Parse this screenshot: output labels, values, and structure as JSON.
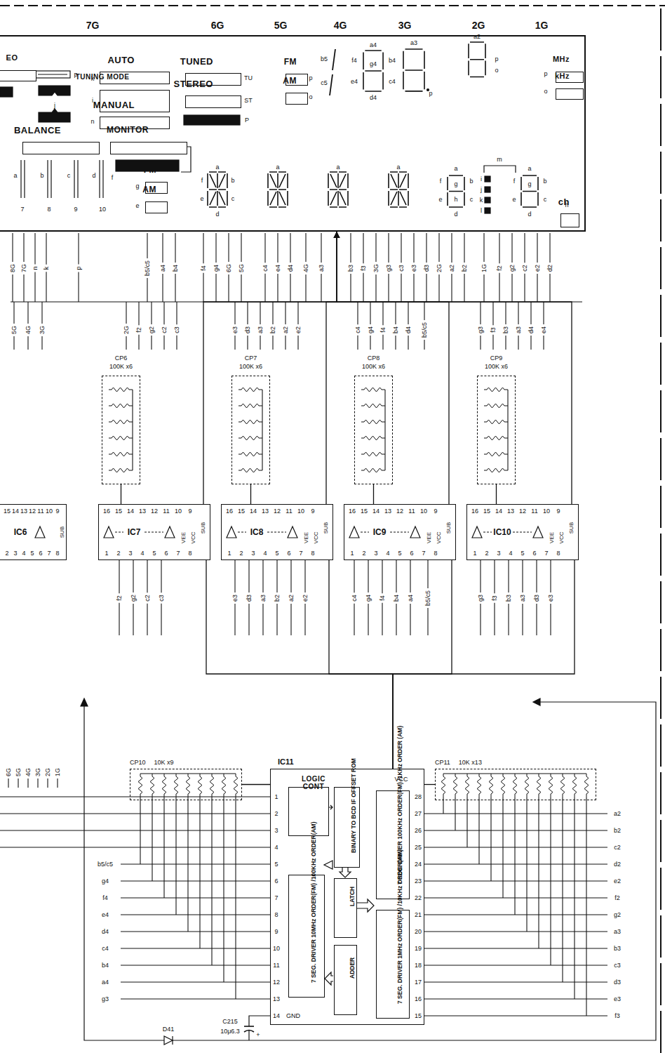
{
  "diagram": {
    "nodes": [
      {
        "text": [
          "7G",
          "6G",
          "5G",
          "4G",
          "3G",
          "2G",
          "1G"
        ]
      },
      {
        "text": [
          "EO"
        ],
        "in": 0
      },
      {
        "text": [
          "AUTO"
        ],
        "in": 0
      },
      {
        "text": [
          "TUNING MODE"
        ],
        "in": 0
      },
      {
        "text": [
          "MANUAL"
        ],
        "in": 0
      },
      {
        "text": [
          "BALANCE"
        ],
        "in": 0
      },
      {
        "text": [
          "MONITOR"
        ],
        "in": 0
      },
      {
        "text": [
          "FM"
        ],
        "in": 0
      },
      {
        "text": [
          "AM"
        ],
        "in": 0
      },
      {
        "text": [
          "TUNED"
        ],
        "in": 0
      },
      {
        "text": [
          "STEREO"
        ],
        "in": 0
      },
      {
        "text": [
          "FM"
        ],
        "in": 0
      },
      {
        "text": [
          "AM"
        ],
        "in": 0
      },
      {
        "text": [
          "MHz"
        ],
        "in": 0
      },
      {
        "text": [
          "kHz"
        ],
        "in": 0
      },
      {
        "text": [
          "ch"
        ],
        "in": 0
      },
      {
        "text": [
          "CP6",
          "100K x6"
        ]
      },
      {
        "text": [
          "CP7",
          "100K x6"
        ]
      },
      {
        "text": [
          "CP8",
          "100K x6"
        ]
      },
      {
        "text": [
          "CP9",
          "100K x6"
        ]
      },
      {
        "text": [
          "IC6"
        ]
      },
      {
        "text": [
          "IC7"
        ]
      },
      {
        "text": [
          "IC8"
        ]
      },
      {
        "text": [
          "IC9"
        ]
      },
      {
        "text": [
          "IC10"
        ]
      },
      {
        "text": [
          "CP10",
          "10K x9"
        ]
      },
      {
        "text": [
          "CP11",
          "10K x13"
        ]
      },
      {
        "text": [
          "IC11"
        ]
      },
      {
        "text": [
          "LOGIC CONT"
        ],
        "in": 27
      },
      {
        "text": [
          "BINARY TO BCD IF OFFSET ROM"
        ],
        "in": 27
      },
      {
        "text": [
          "7 SEG. DRIVER 100KHz ORDER(FM) /1KHz ORDER (AM)"
        ],
        "in": 27
      },
      {
        "text": [
          "LATCH"
        ],
        "in": 27
      },
      {
        "text": [
          "ADDER"
        ],
        "in": 27
      },
      {
        "text": [
          "7 SEG. DRIVER 10MHz ORDER(FM) /100KHz ORDER(AM)"
        ],
        "in": 27
      },
      {
        "text": [
          "7 SEG. DRIVER 1MHz ORDER(FM) /10KHz ORDER(AM)"
        ],
        "in": 27
      }
    ],
    "edges": [
      {
        "from": 16,
        "to": 21,
        "arrow": "none"
      },
      {
        "from": 17,
        "to": 22,
        "arrow": "none"
      },
      {
        "from": 18,
        "to": 23,
        "arrow": "none"
      },
      {
        "from": 19,
        "to": 24,
        "arrow": "none"
      },
      {
        "from": 21,
        "to": 0,
        "arrow": "to"
      },
      {
        "from": 22,
        "to": 0,
        "arrow": "to"
      },
      {
        "from": 23,
        "to": 0,
        "arrow": "to"
      },
      {
        "from": 24,
        "to": 0,
        "arrow": "to"
      },
      {
        "from": 27,
        "to": 21,
        "arrow": "none"
      },
      {
        "from": 27,
        "to": 22,
        "arrow": "none"
      },
      {
        "from": 27,
        "to": 23,
        "arrow": "none"
      },
      {
        "from": 27,
        "to": 24,
        "arrow": "none"
      },
      {
        "from": 25,
        "to": 27,
        "arrow": "none"
      },
      {
        "from": 26,
        "to": 27,
        "arrow": "none"
      }
    ],
    "labels": [
      "k",
      "i",
      "n",
      "j",
      "p",
      "TU",
      "ST",
      "P",
      "p",
      "o",
      "b5",
      "c5",
      "a4",
      "f4",
      "b4",
      "g4",
      "e4",
      "c4",
      "d4",
      "a3",
      "p",
      "a2",
      "p",
      "o",
      "p",
      "o",
      "a",
      "b",
      "c",
      "d",
      "7",
      "8",
      "9",
      "10",
      "f",
      "g",
      "e",
      "a",
      "f",
      "b",
      "e",
      "c",
      "d",
      "a",
      "a",
      "a",
      "a",
      "f",
      "g",
      "b",
      "e",
      "h",
      "c",
      "d",
      "i",
      "j",
      "k",
      "l",
      "m",
      "a",
      "f",
      "g",
      "b",
      "e",
      "c",
      "d",
      "h",
      "8G",
      "7G",
      "n",
      "k",
      "p",
      "b5/c5",
      "a4",
      "b4",
      "f4",
      "g4",
      "6G",
      "5G",
      "c4",
      "e4",
      "d4",
      "4G",
      "a3",
      "b3",
      "f3",
      "3G",
      "g3",
      "c3",
      "e3",
      "d3",
      "2G",
      "a2",
      "b2",
      "1G",
      "f2",
      "g2",
      "c2",
      "e2",
      "d2",
      "5G",
      "4G",
      "3G",
      "2G",
      "f2",
      "g2",
      "c2",
      "c3",
      "e3",
      "d3",
      "a3",
      "b2",
      "a2",
      "e2",
      "c4",
      "g4",
      "f4",
      "b4",
      "d4",
      "b5/c5",
      "g3",
      "f3",
      "b3",
      "a3",
      "d4",
      "e4",
      "15",
      "14",
      "13",
      "12",
      "11",
      "10",
      "9",
      "2",
      "3",
      "4",
      "5",
      "6",
      "7",
      "8",
      "SUB",
      "16",
      "15",
      "14",
      "13",
      "12",
      "11",
      "10",
      "9",
      "1",
      "2",
      "3",
      "4",
      "5",
      "6",
      "7",
      "8",
      "SUB",
      "VEE",
      "VCC",
      "16",
      "15",
      "14",
      "13",
      "12",
      "11",
      "10",
      "9",
      "1",
      "2",
      "3",
      "4",
      "5",
      "6",
      "7",
      "8",
      "SUB",
      "VEE",
      "VCC",
      "16",
      "15",
      "14",
      "13",
      "12",
      "11",
      "10",
      "9",
      "1",
      "2",
      "3",
      "4",
      "5",
      "6",
      "7",
      "8",
      "SUB",
      "VEE",
      "VCC",
      "16",
      "15",
      "14",
      "13",
      "12",
      "11",
      "10",
      "9",
      "1",
      "2",
      "3",
      "4",
      "5",
      "6",
      "7",
      "8",
      "SUB",
      "VEE",
      "VCC",
      "f2",
      "g2",
      "c2",
      "c3",
      "e3",
      "d3",
      "a3",
      "b2",
      "a2",
      "e2",
      "c4",
      "g4",
      "f4",
      "b4",
      "a4",
      "b5/c5",
      "g3",
      "f3",
      "b3",
      "a3",
      "d3",
      "e3",
      "6G",
      "5G",
      "4G",
      "3G",
      "2G",
      "1G",
      "1",
      "2",
      "3",
      "4",
      "5",
      "6",
      "7",
      "8",
      "9",
      "10",
      "11",
      "12",
      "13",
      "14",
      "28",
      "27",
      "26",
      "25",
      "24",
      "23",
      "22",
      "21",
      "20",
      "19",
      "18",
      "17",
      "16",
      "15",
      "VCC",
      "GND",
      "b5/c5",
      "g4",
      "f4",
      "e4",
      "d4",
      "c4",
      "b4",
      "a4",
      "g3",
      "a2",
      "b2",
      "c2",
      "d2",
      "e2",
      "f2",
      "g2",
      "a3",
      "b3",
      "c3",
      "d3",
      "e3",
      "f3",
      "D41",
      "C215",
      "10μ6.3",
      "+"
    ]
  }
}
